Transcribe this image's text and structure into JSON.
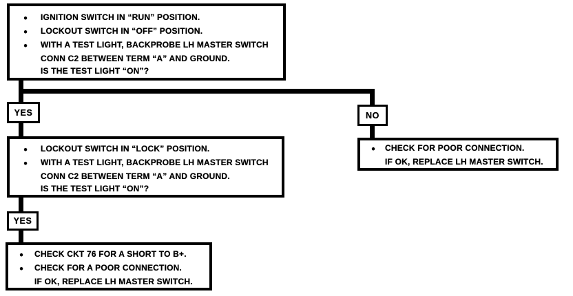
{
  "page": {
    "background_color": "#ffffff",
    "ink_color": "#000000",
    "kind": "diagnostic-flowchart"
  },
  "flowchart": {
    "step1": {
      "lines": [
        {
          "bullet": "●",
          "text": "IGNITION SWITCH IN “RUN” POSITION."
        },
        {
          "bullet": "●",
          "text": "LOCKOUT SWITCH IN “OFF” POSITION."
        },
        {
          "bullet": "●",
          "text": "WITH A TEST LIGHT, BACKPROBE LH MASTER SWITCH"
        },
        {
          "bullet": "",
          "text": "CONN C2 BETWEEN TERM “A” AND GROUND."
        },
        {
          "bullet": "",
          "text": "IS THE TEST LIGHT “ON”?"
        }
      ]
    },
    "yes1_label": "YES",
    "no_label": "NO",
    "step2": {
      "lines": [
        {
          "bullet": "●",
          "text": "LOCKOUT SWITCH IN “LOCK” POSITION."
        },
        {
          "bullet": "●",
          "text": "WITH A TEST LIGHT, BACKPROBE LH MASTER SWITCH"
        },
        {
          "bullet": "",
          "text": "CONN C2 BETWEEN TERM “A” AND GROUND."
        },
        {
          "bullet": "",
          "text": "IS THE TEST LIGHT “ON”?"
        }
      ]
    },
    "no_action": {
      "lines": [
        {
          "bullet": "●",
          "text": "CHECK FOR POOR CONNECTION."
        },
        {
          "bullet": "",
          "text": "IF OK, REPLACE LH MASTER SWITCH."
        }
      ]
    },
    "yes2_label": "YES",
    "step3": {
      "lines": [
        {
          "bullet": "●",
          "text": "CHECK CKT 76 FOR A SHORT TO B+."
        },
        {
          "bullet": "●",
          "text": "CHECK FOR A POOR CONNECTION."
        },
        {
          "bullet": "",
          "text": "IF OK, REPLACE LH MASTER SWITCH."
        }
      ]
    }
  }
}
